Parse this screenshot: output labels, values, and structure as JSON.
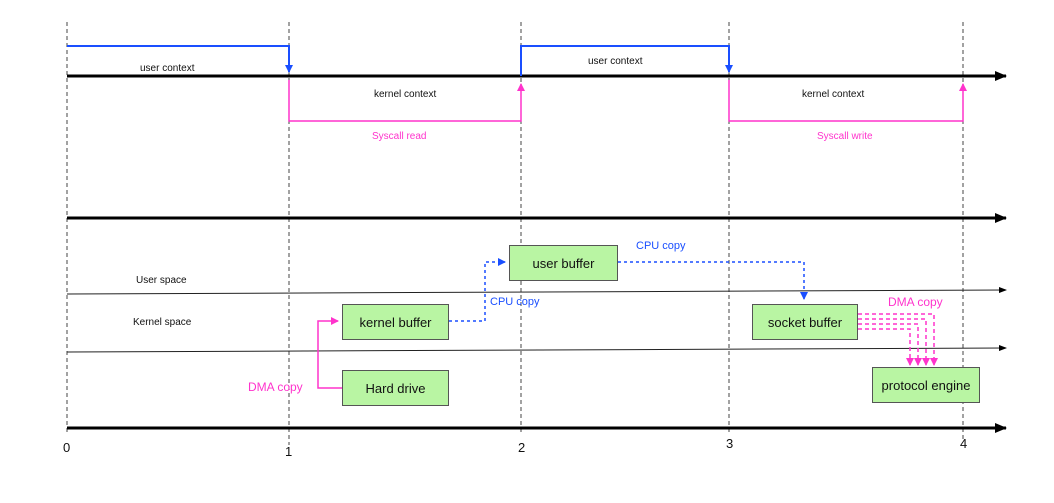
{
  "colors": {
    "blue": "#1a4fff",
    "pink": "#ff33cc",
    "box_fill": "#b9f5a3",
    "axis": "#000000"
  },
  "timeline": {
    "ticks": [
      "0",
      "1",
      "2",
      "3",
      "4"
    ]
  },
  "context": {
    "user_context_1": "user context",
    "user_context_2": "user context",
    "kernel_context_1": "kernel context",
    "kernel_context_2": "kernel context",
    "syscall_read": "Syscall read",
    "syscall_write": "Syscall write"
  },
  "spaces": {
    "user_space": "User space",
    "kernel_space": "Kernel  space"
  },
  "boxes": {
    "user_buffer": "user buffer",
    "kernel_buffer": "kernel buffer",
    "hard_drive": "Hard drive",
    "socket_buffer": "socket buffer",
    "protocol_engine": "protocol engine"
  },
  "copies": {
    "dma_copy_1": "DMA copy",
    "cpu_copy_1": "CPU copy",
    "cpu_copy_2": "CPU copy",
    "dma_copy_2": "DMA copy"
  }
}
